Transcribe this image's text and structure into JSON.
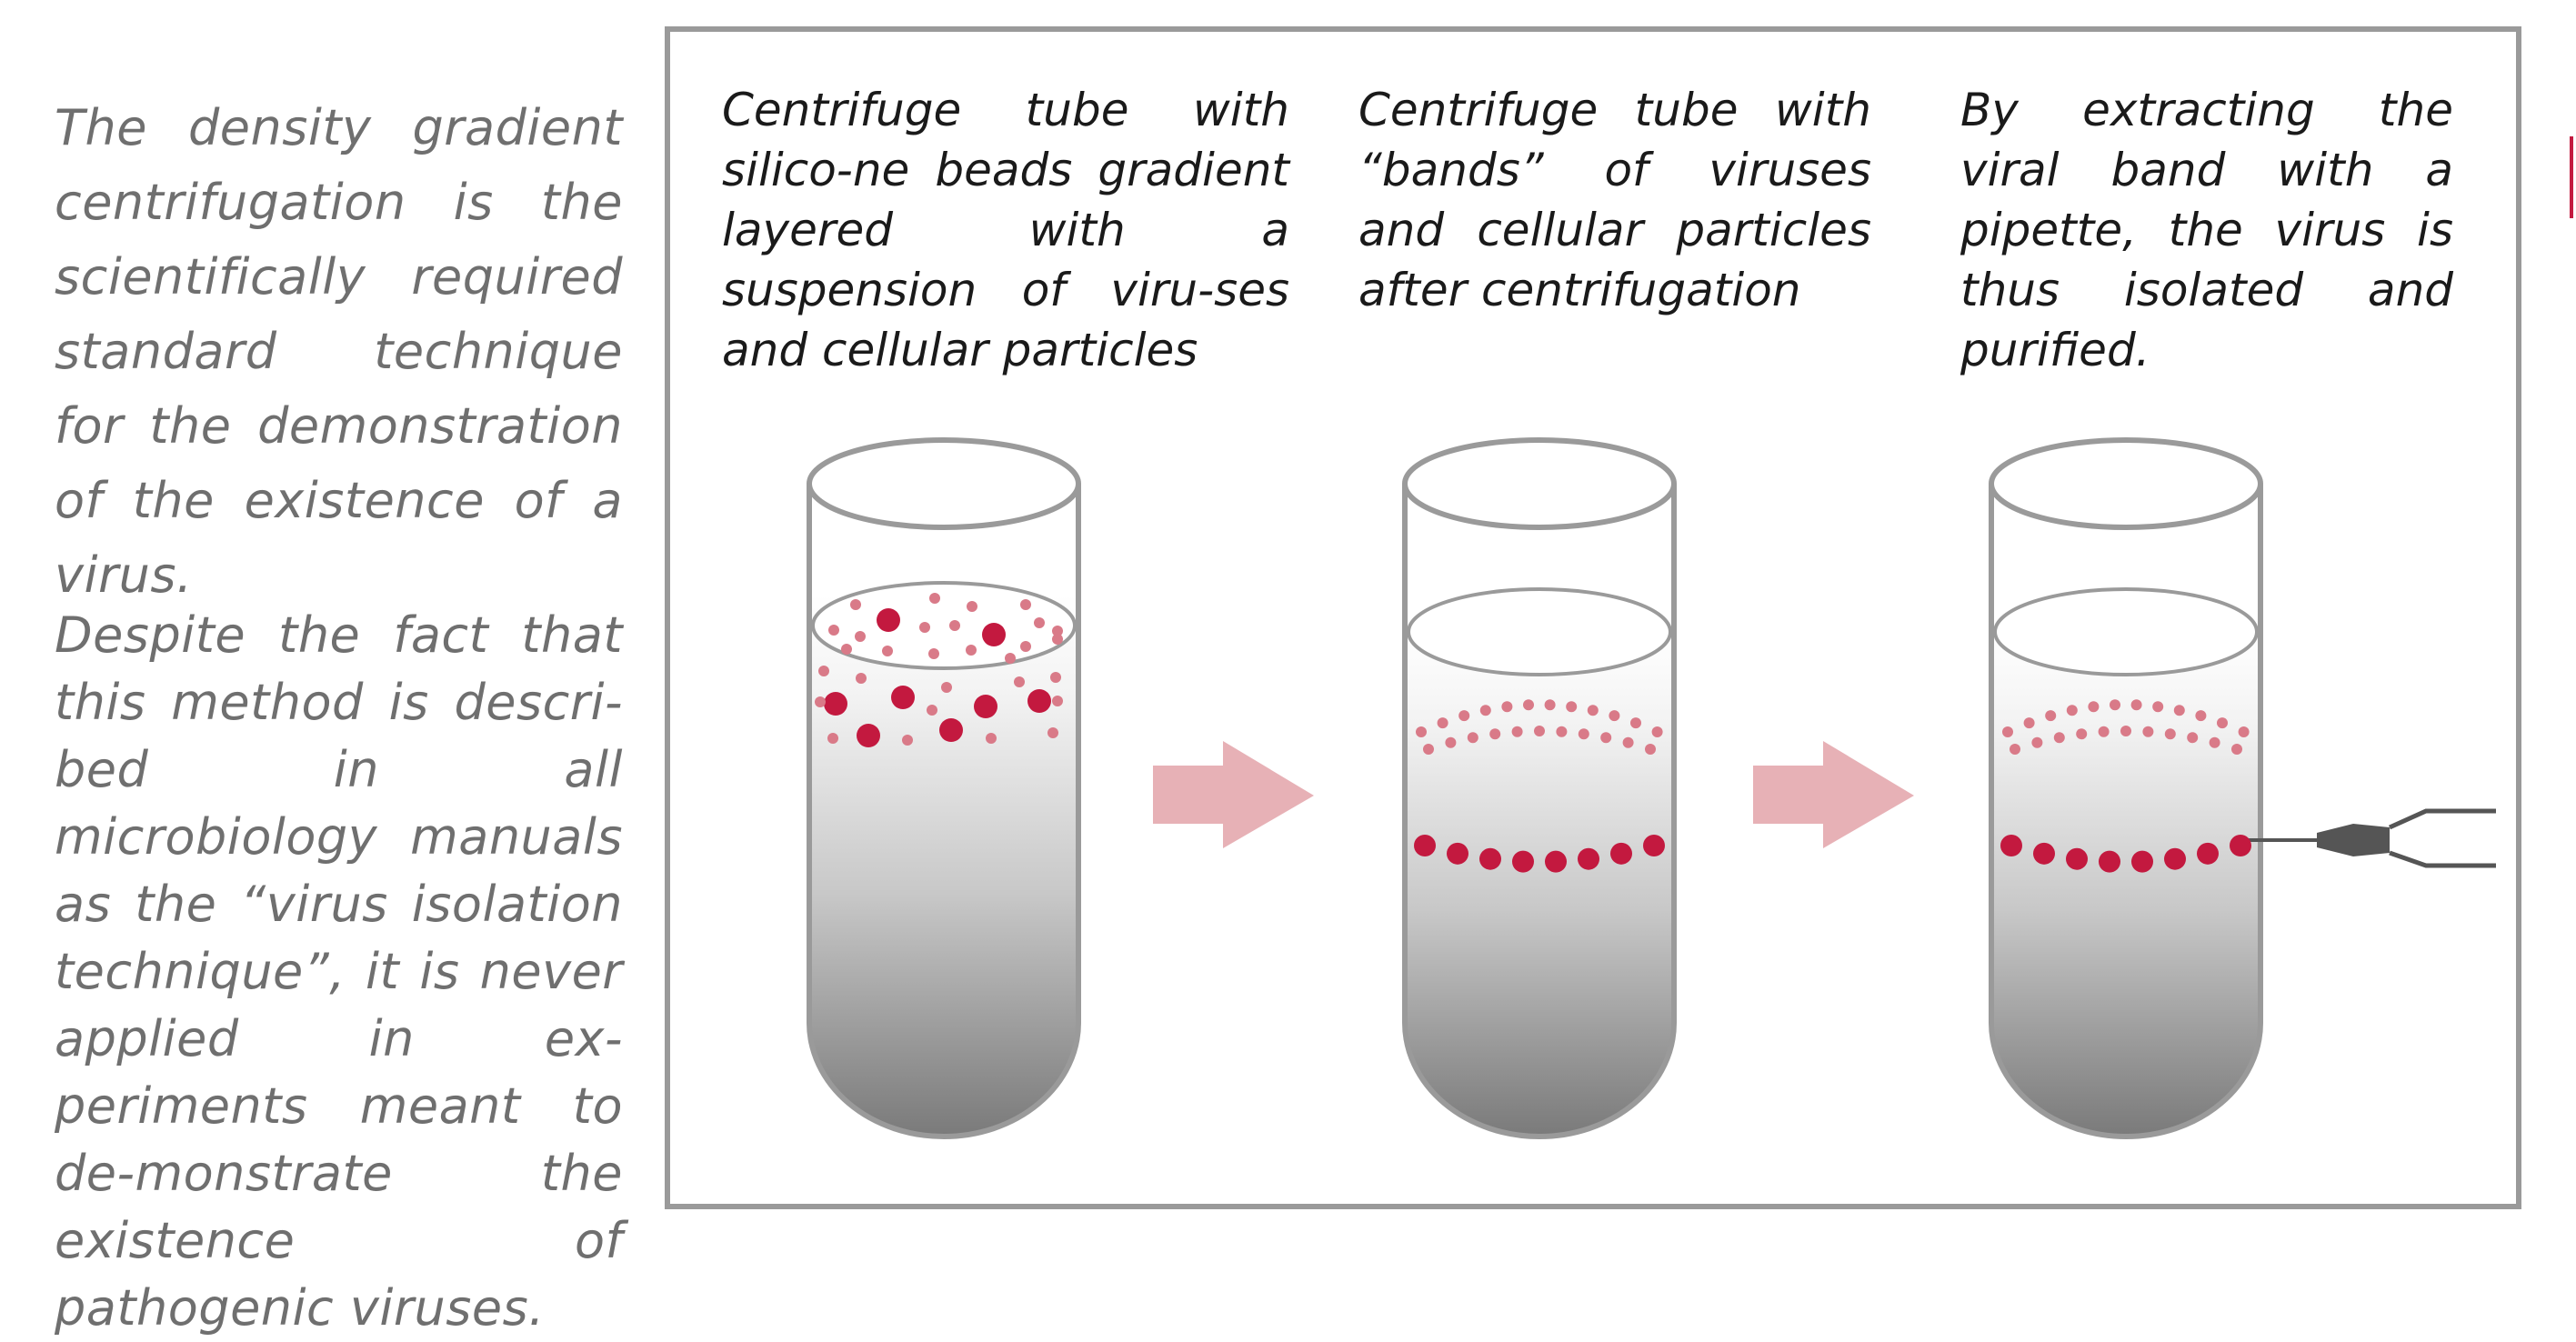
{
  "left_text": {
    "paragraph1": "The density gradient centrifugation is the scientifically required standard technique for the demonstration of the existence of a virus.",
    "paragraph2": "Despite the fact that this method is descri-bed in all microbiology manuals as the “virus isolation technique”, it is never applied in ex-periments meant to de-monstrate the existence of pathogenic viruses."
  },
  "steps": [
    {
      "caption": "Centrifuge tube with silico-ne beads gradient layered with a suspension of viru-ses and cellular particles"
    },
    {
      "caption": "Centrifuge tube with “bands” of viruses and cellular particles after centrifugation"
    },
    {
      "caption": "By extracting the viral band with a pipette, the virus is thus isolated and purified."
    }
  ],
  "colors": {
    "text_gray": "#6f6f6f",
    "frame_gray": "#9a9a9a",
    "virus_dot": "#c3193f",
    "particle_dot": "#d97a88",
    "arrow_pink": "#e7b1b6",
    "pipette": "#555555"
  },
  "icons": [
    "centrifuge-tube",
    "arrow-right",
    "pipette"
  ]
}
